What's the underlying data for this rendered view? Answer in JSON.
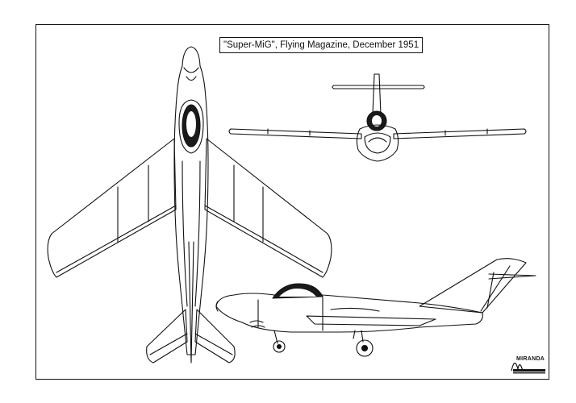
{
  "title": "\"Super-MiG\",  Flying Magazine, December 1951",
  "logo": {
    "text": "MIRANDA",
    "kind": "artist-signature"
  },
  "colors": {
    "line": "#111111",
    "paper": "#ffffff",
    "canopy": "#1a1a1a"
  }
}
